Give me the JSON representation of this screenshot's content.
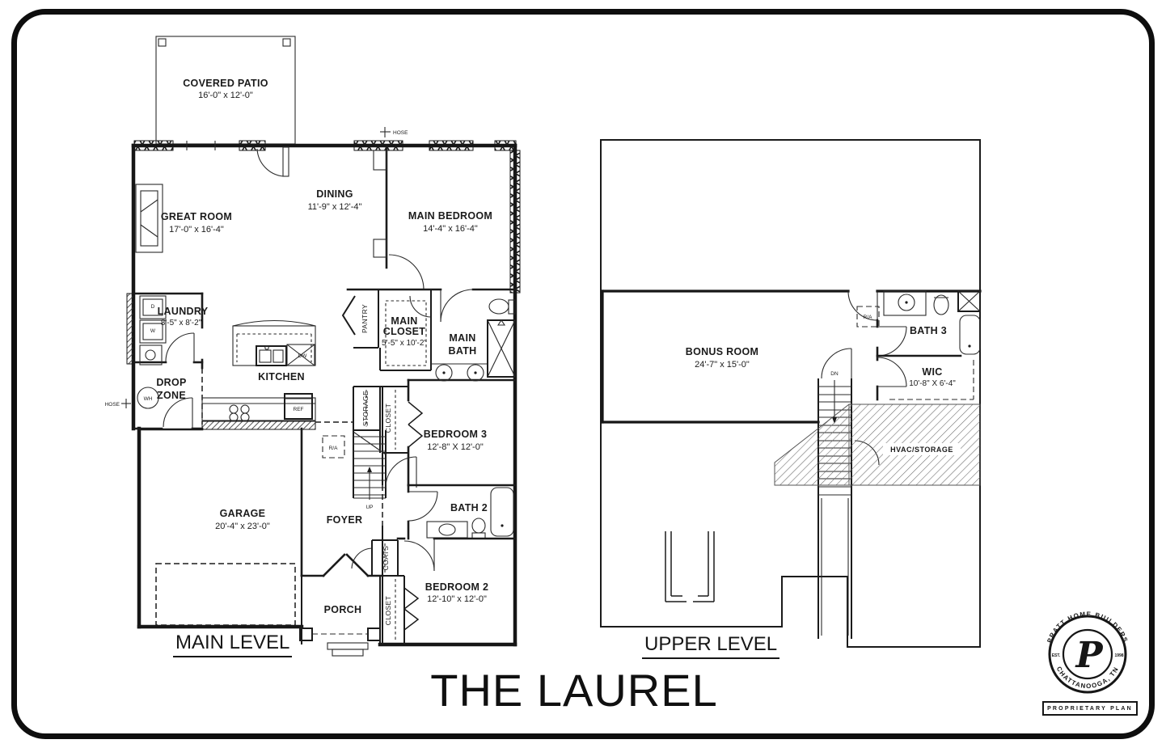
{
  "page": {
    "title": "THE LAUREL",
    "proprietary_label": "PROPRIETARY PLAN"
  },
  "logo": {
    "arc_top": "PRATT HOME BUILDERS",
    "arc_bottom": "CHATTANOOGA, TN",
    "est_label": "EST.",
    "year": "1998",
    "monogram": "P",
    "ink": "#111111"
  },
  "main_level": {
    "label": "MAIN LEVEL",
    "covered_patio": {
      "name": "COVERED PATIO",
      "dims": "16'-0\" x 12'-0\""
    },
    "great_room": {
      "name": "GREAT ROOM",
      "dims": "17'-0\" x 16'-4\""
    },
    "dining": {
      "name": "DINING",
      "dims": "11'-9\" x 12'-4\""
    },
    "main_bedroom": {
      "name": "MAIN BEDROOM",
      "dims": "14'-4\" x 16'-4\""
    },
    "laundry": {
      "name": "LAUNDRY",
      "dims": "8'-5\" x 8'-2\""
    },
    "drop_zone": {
      "line1": "DROP",
      "line2": "ZONE"
    },
    "kitchen": {
      "name": "KITCHEN"
    },
    "pantry": {
      "name": "PANTRY"
    },
    "main_closet": {
      "line1": "MAIN",
      "line2": "CLOSET",
      "dims": "5'-5\" x 10'-2\""
    },
    "main_bath": {
      "line1": "MAIN",
      "line2": "BATH"
    },
    "storage": {
      "name": "STORAGE"
    },
    "hall_closet": {
      "name": "CLOSET"
    },
    "bedroom_3": {
      "name": "BEDROOM 3",
      "dims": "12'-8\" X 12'-0\""
    },
    "bath_2": {
      "name": "BATH 2"
    },
    "garage": {
      "name": "GARAGE",
      "dims": "20'-4\" x 23'-0\""
    },
    "foyer": {
      "name": "FOYER"
    },
    "coats": {
      "name": "COATS"
    },
    "porch": {
      "name": "PORCH"
    },
    "bedroom_2": {
      "name": "BEDROOM 2",
      "dims": "12'-10\" x 12'-0\""
    },
    "bedroom_2_closet": {
      "name": "CLOSET"
    },
    "annotations": {
      "wh": "WH",
      "ref": "REF",
      "dw": "DW",
      "ra": "R/A",
      "up": "UP",
      "hose_top": "HOSE",
      "hose_left": "HOSE",
      "dryer": "D",
      "washer": "W"
    }
  },
  "upper_level": {
    "label": "UPPER LEVEL",
    "bonus_room": {
      "name": "BONUS ROOM",
      "dims": "24'-7\" x 15'-0\""
    },
    "bath_3": {
      "name": "BATH 3"
    },
    "wic": {
      "name": "WIC",
      "dims": "10'-8\" X 6'-4\""
    },
    "hvac_storage": {
      "name": "HVAC/STORAGE"
    },
    "annotations": {
      "dn": "DN",
      "ra": "R/A"
    }
  }
}
